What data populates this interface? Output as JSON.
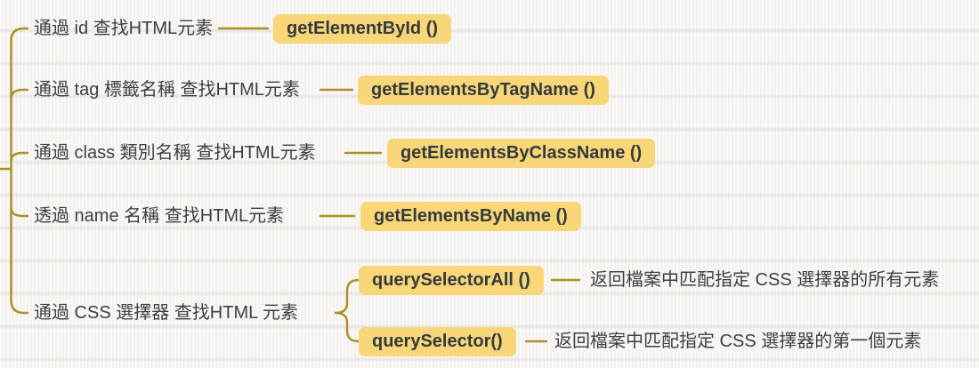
{
  "colors": {
    "background": "#f6f5f2",
    "connector": "#ad8f22",
    "box_bg": "#f9d778",
    "box_text": "#333a3e",
    "label_text": "#3f3f3f"
  },
  "branches": [
    {
      "label": "通過 id 查找HTML元素",
      "method": "getElementById ()"
    },
    {
      "label": "通過 tag 標籤名稱 查找HTML元素",
      "method": "getElementsByTagName ()"
    },
    {
      "label": "通過 class 類別名稱 查找HTML元素",
      "method": "getElementsByClassName ()"
    },
    {
      "label": "透過 name 名稱 查找HTML元素",
      "method": "getElementsByName ()"
    },
    {
      "label": "通過 CSS 選擇器 查找HTML 元素",
      "children": [
        {
          "method": "querySelectorAll ()",
          "description": "返回檔案中匹配指定 CSS 選擇器的所有元素"
        },
        {
          "method": "querySelector()",
          "description": "返回檔案中匹配指定 CSS 選擇器的第一個元素"
        }
      ]
    }
  ]
}
